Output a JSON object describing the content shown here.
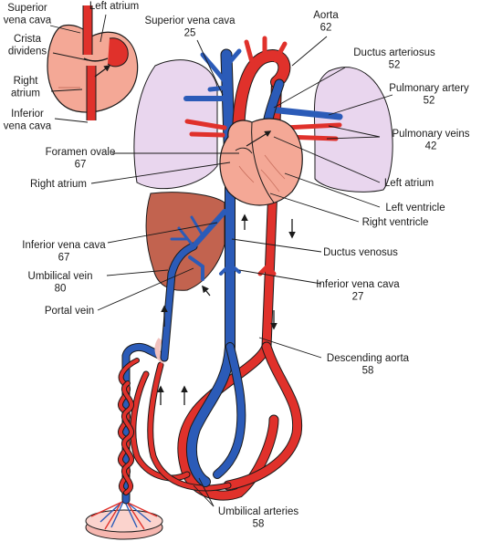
{
  "colors": {
    "oxygenated": "#e0312b",
    "deoxygenated": "#2b5bb8",
    "lung": "#e9d6ee",
    "liver": "#c2634f",
    "heart": "#f4a896",
    "outline": "#1a1a1a"
  },
  "inset": {
    "superior_vena_cava": [
      "Superior",
      "vena cava"
    ],
    "left_atrium": [
      "Left atrium"
    ],
    "crista_dividens": [
      "Crista",
      "dividens"
    ],
    "right_atrium": [
      "Right",
      "atrium"
    ],
    "inferior_vena_cava": [
      "Inferior",
      "vena cava"
    ]
  },
  "labels": {
    "superior_vena_cava": [
      "Superior vena cava",
      "25"
    ],
    "aorta": [
      "Aorta",
      "62"
    ],
    "ductus_arteriosus": [
      "Ductus arteriosus",
      "52"
    ],
    "pulmonary_artery": [
      "Pulmonary artery",
      "52"
    ],
    "pulmonary_veins": [
      "Pulmonary veins",
      "42"
    ],
    "foramen_ovale": [
      "Foramen ovale",
      "67"
    ],
    "right_atrium": [
      "Right atrium"
    ],
    "left_atrium": [
      "Left atrium"
    ],
    "left_ventricle": [
      "Left ventricle"
    ],
    "right_ventricle": [
      "Right ventricle"
    ],
    "inferior_vena_cava_left": [
      "Inferior vena cava",
      "67"
    ],
    "ductus_venosus": [
      "Ductus venosus"
    ],
    "umbilical_vein": [
      "Umbilical vein",
      "80"
    ],
    "inferior_vena_cava_right": [
      "Inferior vena cava",
      "27"
    ],
    "portal_vein": [
      "Portal vein"
    ],
    "descending_aorta": [
      "Descending aorta",
      "58"
    ],
    "umbilical_arteries": [
      "Umbilical arteries",
      "58"
    ]
  }
}
